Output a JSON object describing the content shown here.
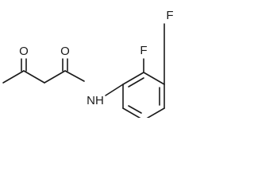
{
  "structure": {
    "atoms": {
      "o_ketone": "O",
      "o_amide": "O",
      "nh": "NH",
      "f_top": "F",
      "f_ortho": "F"
    }
  },
  "colors": {
    "bond": "#1a1a1a",
    "label": "#1a1a1a",
    "background": "#ffffff"
  }
}
